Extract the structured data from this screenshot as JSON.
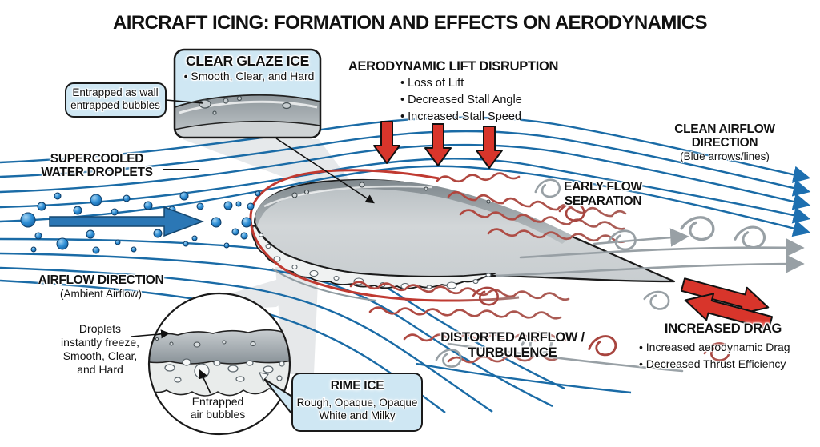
{
  "title": "AIRCRAFT ICING: FORMATION AND EFFECTS ON AERODYNAMICS",
  "boxes": {
    "clear_glaze": {
      "title": "CLEAR GLAZE ICE",
      "bullet": "• Smooth, Clear, and Hard"
    },
    "entrapped_wall": {
      "line1": "Entrapped as wall",
      "line2": "entrapped bubbles"
    },
    "rime": {
      "title": "RIME ICE",
      "line1": "Rough, Opaque, Opaque",
      "line2": "White and Milky"
    }
  },
  "labels": {
    "lift": {
      "title": "AERODYNAMIC LIFT DISRUPTION",
      "bullets": [
        "• Loss of Lift",
        "• Decreased Stall Angle",
        "• Increased Stall Speed"
      ]
    },
    "clean_airflow": {
      "line1": "CLEAN AIRFLOW",
      "line2": "DIRECTION",
      "note": "(Blue arrows/lines)"
    },
    "early_flow": {
      "line1": "EARLY FLOW",
      "line2": "SEPARATION"
    },
    "supercooled": {
      "line1": "SUPERCOOLED",
      "line2": "WATER DROPLETS"
    },
    "airflow_direction": {
      "title": "AIRFLOW DIRECTION",
      "note": "(Ambient Airflow)"
    },
    "distorted": {
      "line1": "DISTORTED AIRFLOW /",
      "line2": "TURBULENCE"
    },
    "increased_drag": {
      "title": "INCREASED DRAG",
      "bullets": [
        "• Increased aerodynamic Drag",
        "• Decreased Thrust Efficiency"
      ]
    },
    "droplets_freeze": {
      "lines": [
        "Droplets",
        "instantly freeze,",
        "Smooth, Clear,",
        "and Hard"
      ]
    },
    "entrapped_air": {
      "line1": "Entrapped",
      "line2": "air bubbles"
    }
  },
  "colors": {
    "background": "#ffffff",
    "streamline_blue": "#1a6ba6",
    "droplet_blue": "#2f8fd6",
    "arrow_red": "#d8352b",
    "turbulence_red": "#b2423a",
    "wake_gray": "#98a0a5",
    "callout_bg": "#cfe7f3",
    "airfoil_gray": "#c9ced1",
    "text": "#111111"
  }
}
